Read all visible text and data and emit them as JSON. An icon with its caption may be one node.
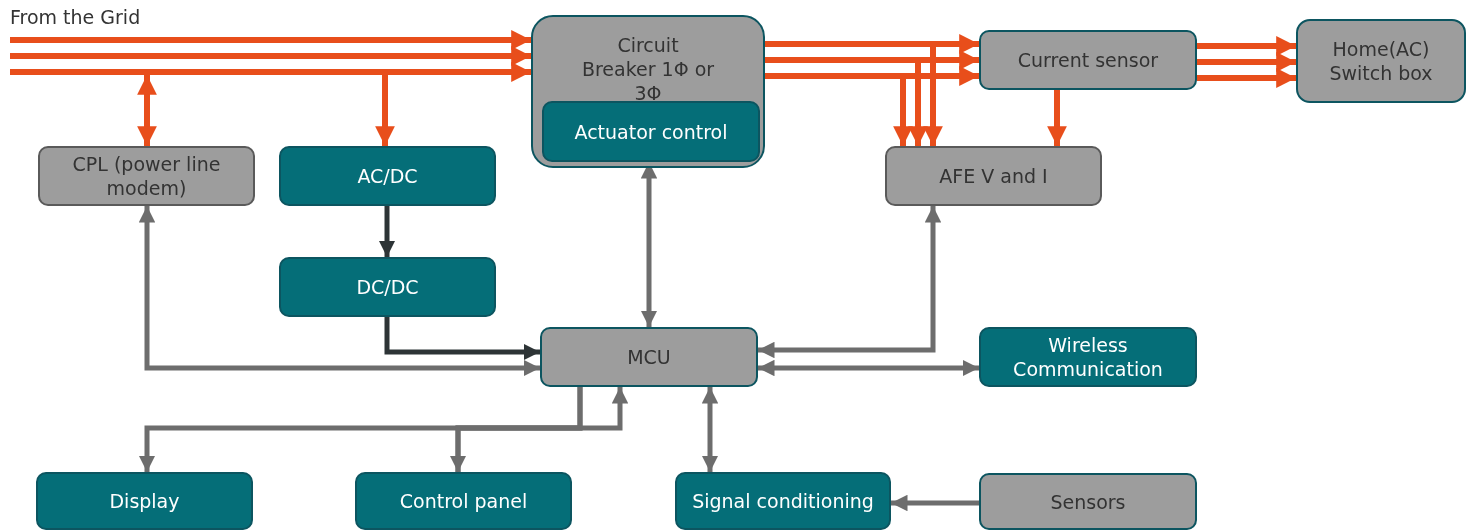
{
  "diagram": {
    "nodes": [
      {
        "text": [
          "Circuit Breaker 1Φ or 3Φ"
        ]
      },
      {
        "text": [
          "Actuator control"
        ],
        "in": 0
      },
      {
        "text": [
          "Current sensor"
        ]
      },
      {
        "text": [
          "Home(AC) Switch box"
        ]
      },
      {
        "text": [
          "CPL (power line modem)"
        ]
      },
      {
        "text": [
          "AC/DC"
        ]
      },
      {
        "text": [
          "AFE V and I"
        ]
      },
      {
        "text": [
          "DC/DC"
        ]
      },
      {
        "text": [
          "MCU"
        ]
      },
      {
        "text": [
          "Wireless Communication"
        ]
      },
      {
        "text": [
          "Display"
        ]
      },
      {
        "text": [
          "Control panel"
        ]
      },
      {
        "text": [
          "Signal conditioning"
        ]
      },
      {
        "text": [
          "Sensors"
        ]
      }
    ],
    "edges": [
      {
        "from": null,
        "to": 0,
        "arrow": "to"
      },
      {
        "from": null,
        "to": 0,
        "arrow": "to"
      },
      {
        "from": null,
        "to": 0,
        "arrow": "to"
      },
      {
        "from": null,
        "to": 4,
        "arrow": "both"
      },
      {
        "from": null,
        "to": 5,
        "arrow": "to"
      },
      {
        "from": 0,
        "to": 2,
        "arrow": "to"
      },
      {
        "from": 0,
        "to": 2,
        "arrow": "to"
      },
      {
        "from": 0,
        "to": 2,
        "arrow": "to"
      },
      {
        "from": 0,
        "to": 6,
        "arrow": "to"
      },
      {
        "from": 0,
        "to": 6,
        "arrow": "to"
      },
      {
        "from": 0,
        "to": 6,
        "arrow": "to"
      },
      {
        "from": 2,
        "to": 3,
        "arrow": "to"
      },
      {
        "from": 2,
        "to": 3,
        "arrow": "to"
      },
      {
        "from": 2,
        "to": 3,
        "arrow": "to"
      },
      {
        "from": 2,
        "to": 6,
        "arrow": "to"
      },
      {
        "from": 5,
        "to": 7,
        "arrow": "to",
        "color": "#2d3436"
      },
      {
        "from": 7,
        "to": 8,
        "arrow": "to",
        "color": "#2d3436"
      },
      {
        "from": 1,
        "to": 8,
        "arrow": "both",
        "color": "#6d6d6d"
      },
      {
        "from": 4,
        "to": 8,
        "arrow": "both",
        "color": "#6d6d6d"
      },
      {
        "from": 6,
        "to": 8,
        "arrow": "both",
        "color": "#6d6d6d"
      },
      {
        "from": 8,
        "to": 9,
        "arrow": "both",
        "color": "#6d6d6d"
      },
      {
        "from": 8,
        "to": 10,
        "arrow": "to",
        "color": "#6d6d6d"
      },
      {
        "from": 8,
        "to": 11,
        "arrow": "to",
        "color": "#6d6d6d"
      },
      {
        "from": 11,
        "to": 8,
        "arrow": "to",
        "color": "#6d6d6d"
      },
      {
        "from": 8,
        "to": 12,
        "arrow": "both",
        "color": "#6d6d6d"
      },
      {
        "from": 13,
        "to": 12,
        "arrow": "to",
        "color": "#6d6d6d"
      }
    ],
    "labels": [
      "From the Grid"
    ]
  }
}
